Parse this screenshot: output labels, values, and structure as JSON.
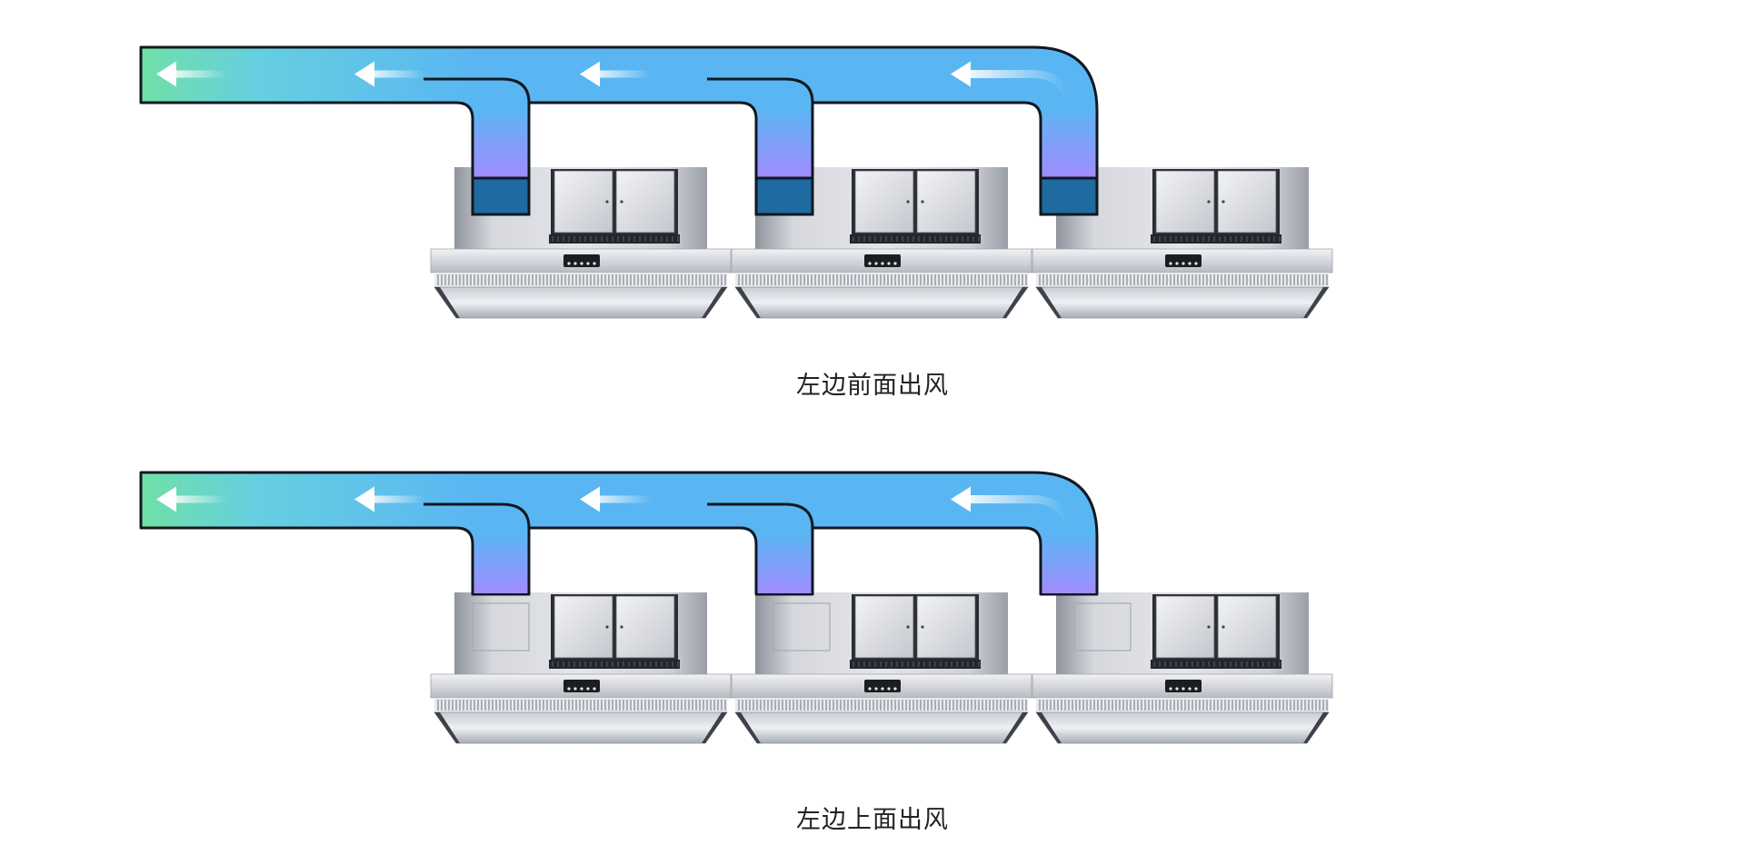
{
  "diagrams": [
    {
      "id": "front-outlet",
      "caption": "左边前面出风",
      "outlet": "front",
      "hood_count": 3
    },
    {
      "id": "top-outlet",
      "caption": "左边上面出风",
      "outlet": "top",
      "hood_count": 3
    }
  ],
  "colors": {
    "duct_blue": "#5ab6f2",
    "duct_green": "#6fe0a6",
    "duct_purple": "#a18cff",
    "duct_outline": "#101820",
    "collar_blue": "#1f6aa0",
    "arrow": "#ffffff",
    "hood_light": "#d9dbe2",
    "hood_dark": "#7f838c"
  },
  "icons": {
    "airflow": "arrow-left-icon"
  }
}
